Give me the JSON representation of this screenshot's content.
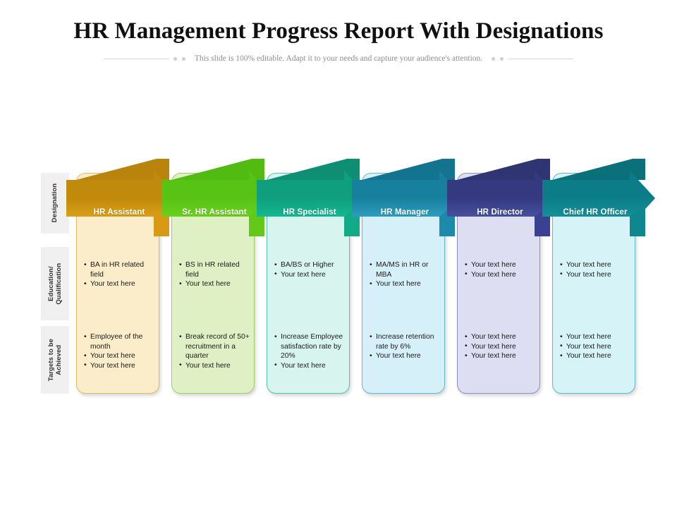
{
  "header": {
    "title": "HR Management Progress Report With Designations",
    "subtitle": "This slide is 100% editable. Adapt it to your needs and capture your audience's attention."
  },
  "row_labels": [
    {
      "label": "Designation"
    },
    {
      "label": "Education/\nQualification"
    },
    {
      "label": "Targets to be\nAchieved"
    }
  ],
  "columns": [
    {
      "designation": "HR Assistant",
      "colors": {
        "arrow_light": "#e8a81d",
        "arrow_dark": "#c08a0c",
        "fold": "#b8840b",
        "tail": "#d89a12",
        "panel_fill": "#fbedca",
        "panel_border": "#e0bb6a"
      },
      "education": [
        "BA in HR related field",
        "Your text here"
      ],
      "targets": [
        "Employee of the month",
        "Your text here",
        "Your text here"
      ]
    },
    {
      "designation": "Sr. HR Assistant",
      "colors": {
        "arrow_light": "#73d622",
        "arrow_dark": "#57c314",
        "fold": "#52bb12",
        "tail": "#62c918",
        "panel_fill": "#dff0c4",
        "panel_border": "#9ccf63"
      },
      "education": [
        "BS in HR related field",
        "Your text here"
      ],
      "targets": [
        "Break record of 50+ recruitment in a quarter",
        "Your text here"
      ]
    },
    {
      "designation": "HR Specialist",
      "colors": {
        "arrow_light": "#17c59b",
        "arrow_dark": "#0f9e7e",
        "fold": "#0e8f74",
        "tail": "#12ab87",
        "panel_fill": "#d7f5ee",
        "panel_border": "#55c3ab"
      },
      "education": [
        "BA/BS or Higher",
        "Your text here"
      ],
      "targets": [
        "Increase Employee satisfaction rate by 20%",
        "Your text here"
      ]
    },
    {
      "designation": "HR Manager",
      "colors": {
        "arrow_light": "#3aabcf",
        "arrow_dark": "#17809f",
        "fold": "#14738f",
        "tail": "#1b8aab",
        "panel_fill": "#d6f0fa",
        "panel_border": "#62b8d8"
      },
      "education": [
        "MA/MS in HR or MBA",
        "Your text here"
      ],
      "targets": [
        "Increase retention rate by 6%",
        "Your text here"
      ]
    },
    {
      "designation": "HR Director",
      "colors": {
        "arrow_light": "#4f5cb0",
        "arrow_dark": "#35397f",
        "fold": "#2f3472",
        "tail": "#3b4191",
        "panel_fill": "#dddef2",
        "panel_border": "#8d8fc6"
      },
      "education": [
        "Your text here",
        "Your text here"
      ],
      "targets": [
        "Your text here",
        "Your text here",
        "Your text here"
      ]
    },
    {
      "designation": "Chief HR Officer",
      "colors": {
        "arrow_light": "#169aa4",
        "arrow_dark": "#0c7d88",
        "fold": "#0a707a",
        "tail": "#0e8791",
        "panel_fill": "#d6f3f7",
        "panel_border": "#5bbcc6"
      },
      "education": [
        "Your text here",
        "Your text here"
      ],
      "targets": [
        "Your text here",
        "Your text here",
        "Your text here"
      ]
    }
  ]
}
